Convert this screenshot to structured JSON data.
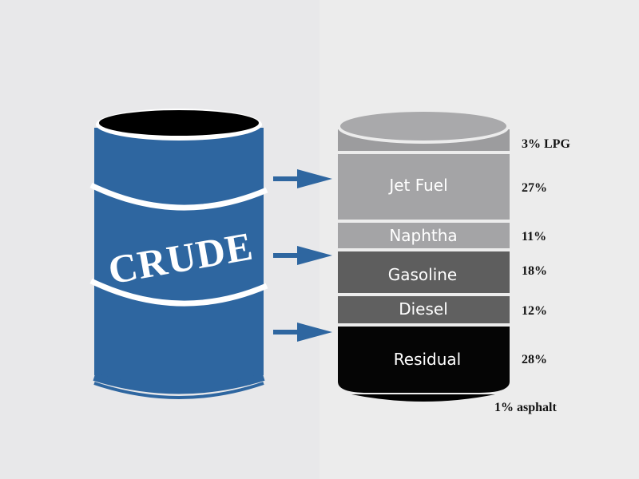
{
  "crude_barrel": {
    "label": "CRUDE",
    "color": "#2e66a0"
  },
  "fractions": [
    {
      "name": "",
      "percent_label": "3% LPG",
      "percent": 3,
      "color": "#9c9c9e"
    },
    {
      "name": "Jet Fuel",
      "percent_label": "27%",
      "percent": 27,
      "color": "#a4a4a6"
    },
    {
      "name": "Naphtha",
      "percent_label": "11%",
      "percent": 11,
      "color": "#a4a4a6"
    },
    {
      "name": "Gasoline",
      "percent_label": "18%",
      "percent": 18,
      "color": "#5e5e5e"
    },
    {
      "name": "Diesel",
      "percent_label": "12%",
      "percent": 12,
      "color": "#606060"
    },
    {
      "name": "Residual",
      "percent_label": "28%",
      "percent": 28,
      "color": "#050505"
    }
  ],
  "asphalt": {
    "percent_label": "1% asphalt",
    "percent": 1
  }
}
